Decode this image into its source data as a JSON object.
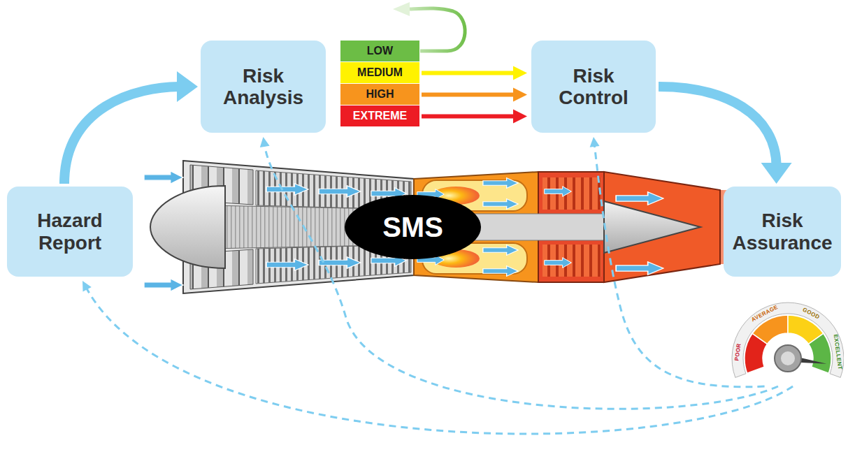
{
  "diagram": {
    "nodes": [
      {
        "text": [
          "Risk Analysis"
        ]
      },
      {
        "text": [
          "LOW"
        ]
      },
      {
        "text": [
          "MEDIUM"
        ]
      },
      {
        "text": [
          "HIGH"
        ]
      },
      {
        "text": [
          "EXTREME"
        ]
      },
      {
        "text": [
          "Risk Control"
        ]
      },
      {
        "text": [
          "Hazard Report"
        ]
      },
      {
        "text": [
          "SMS"
        ]
      },
      {
        "text": [
          "Risk Assurance"
        ]
      },
      {
        "text": [
          "POOR",
          "AVERAGE",
          "GOOD",
          "EXCELLENT"
        ]
      }
    ],
    "edges": [
      {
        "from": 6,
        "to": 0,
        "arrow": "to"
      },
      {
        "from": 2,
        "to": 5,
        "arrow": "to"
      },
      {
        "from": 3,
        "to": 5,
        "arrow": "to"
      },
      {
        "from": 4,
        "to": 5,
        "arrow": "to"
      },
      {
        "from": 5,
        "to": 8,
        "arrow": "to"
      },
      {
        "from": 9,
        "to": 6,
        "arrow": "to"
      },
      {
        "from": 9,
        "to": 0,
        "arrow": "to"
      },
      {
        "from": 9,
        "to": 5,
        "arrow": "to"
      }
    ]
  }
}
